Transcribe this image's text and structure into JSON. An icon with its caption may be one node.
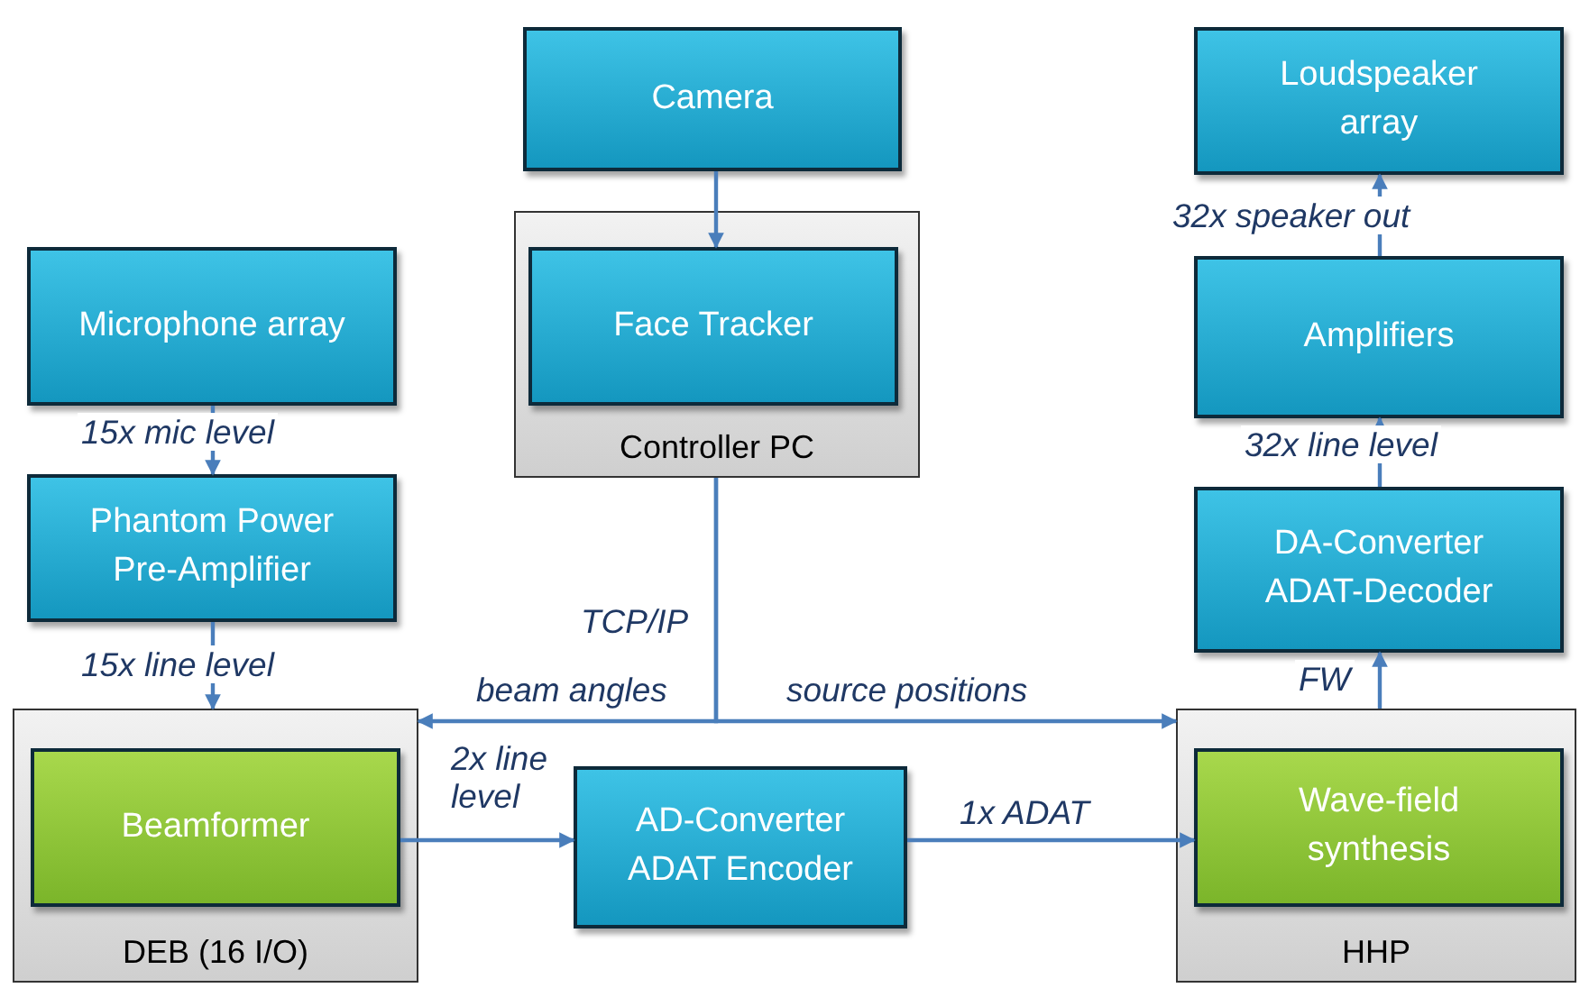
{
  "diagram": {
    "nodes": [
      {
        "text": [
          "Camera"
        ]
      },
      {
        "text": [
          "Controller PC"
        ]
      },
      {
        "text": [
          "Face Tracker"
        ],
        "in": 1
      },
      {
        "text": [
          "Microphone array"
        ]
      },
      {
        "text": [
          "Phantom Power Pre-Amplifier"
        ]
      },
      {
        "text": [
          "DEB (16 I/O)"
        ]
      },
      {
        "text": [
          "Beamformer"
        ],
        "in": 5
      },
      {
        "text": [
          "AD-Converter ADAT Encoder"
        ]
      },
      {
        "text": [
          "HHP"
        ]
      },
      {
        "text": [
          "Wave-field synthesis"
        ],
        "in": 8
      },
      {
        "text": [
          "DA-Converter ADAT-Decoder"
        ]
      },
      {
        "text": [
          "Amplifiers"
        ]
      },
      {
        "text": [
          "Loudspeaker array"
        ]
      }
    ],
    "edges": [
      {
        "from": 0,
        "to": 2,
        "arrow": "to"
      },
      {
        "from": 3,
        "to": 4,
        "arrow": "to",
        "label": "15x mic level"
      },
      {
        "from": 4,
        "to": 5,
        "arrow": "to",
        "label": "15x line level"
      },
      {
        "from": 1,
        "to": 5,
        "arrow": "to",
        "label": "beam angles"
      },
      {
        "from": 1,
        "to": 8,
        "arrow": "to",
        "label": "source positions"
      },
      {
        "from": 6,
        "to": 7,
        "arrow": "to",
        "label": "2x line level"
      },
      {
        "from": 7,
        "to": 9,
        "arrow": "to",
        "label": "1x ADAT"
      },
      {
        "from": 8,
        "to": 10,
        "arrow": "to",
        "label": "FW"
      },
      {
        "from": 10,
        "to": 11,
        "arrow": "to",
        "label": "32x line level"
      },
      {
        "from": 11,
        "to": 12,
        "arrow": "to",
        "label": "32x speaker out"
      }
    ],
    "labels": [
      "TCP/IP"
    ]
  }
}
